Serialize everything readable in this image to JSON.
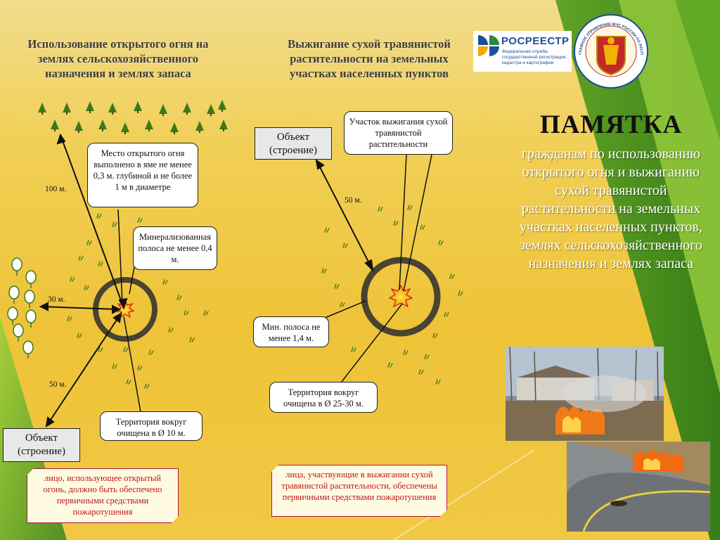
{
  "left_section": {
    "heading": "Использование открытого огня на землях сельскохозяйственного назначения и землях запаса",
    "place_note": "Место открытого огня выполнено в яме не менее 0,3 м. глубиной и не более 1 м в диаметре",
    "strip_note": "Минерализованная полоса не менее 0,4 м.",
    "cleared_note": "Территория вокруг очищена в Ø 10 м.",
    "object_label": "Объект (строение)",
    "dist_forest": "100 м.",
    "dist_trees": "30 м.",
    "dist_object": "50 м.",
    "warning": "лицо, использующее открытый огонь, должно быть обеспечено первичными средствами пожаротушения"
  },
  "middle_section": {
    "heading": "Выжигание сухой травянистой растительности на земельных участках населенных пунктов",
    "area_note": "Участок выжигания сухой травянистой растительности",
    "object_label": "Объект (строение)",
    "dist_object": "50 м.",
    "strip_note": "Мин. полоса не менее 1,4 м.",
    "cleared_note": "Территория вокруг очищена в Ø 25-30 м.",
    "warning": "лица, участвующие в выжигании сухой травянистой растительности, обеспечены первичными средствами пожаротушения"
  },
  "header_logos": {
    "rosreestr_name": "РОСРЕЕСТР",
    "rosreestr_sub": "Федеральная служба государственной регистрации, кадастра и картографии",
    "mchs_text": "ГЛАВНОЕ УПРАВЛЕНИЕ МЧС РОССИИ ПО РЕСПУБЛИКЕ КОМИ"
  },
  "memo": {
    "title": "ПАМЯТКА",
    "body": "гражданам по использованию открытого огня и выжиганию сухой травянистой растительности на земельных участках населенных пунктов, землях сельскохозяйственного назначения и землях запаса"
  },
  "colors": {
    "background_yellow": "#f0c843",
    "green_stripe": "#6ea92b",
    "ring": "#4a4330",
    "warning_text": "#c0141b",
    "memo_text": "#ffffff"
  },
  "icons": [
    "fire-icon",
    "spruce-tree-icon",
    "deciduous-tree-icon",
    "grass-tuft-icon",
    "rosreestr-logo-icon",
    "mchs-emblem-icon"
  ]
}
